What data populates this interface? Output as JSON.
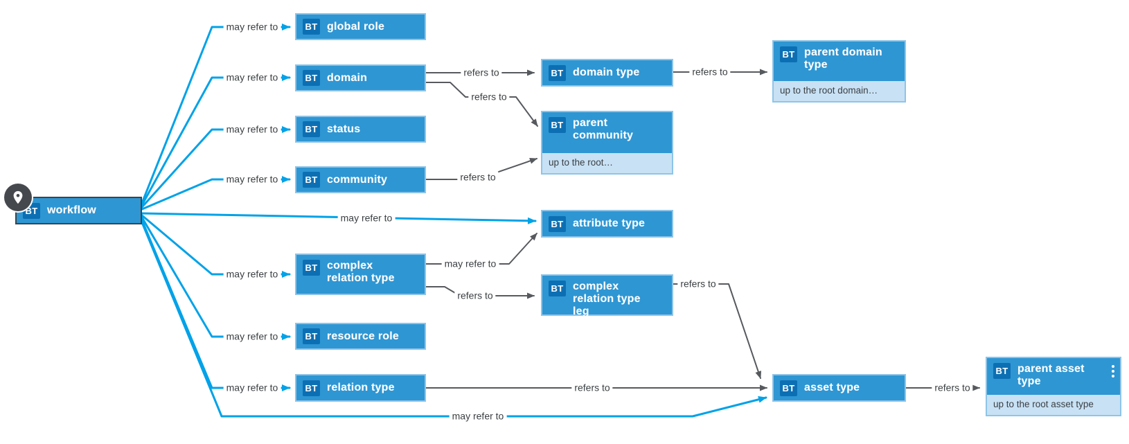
{
  "diagram": {
    "kind": "asset-type relationship diagram",
    "colors": {
      "node_fill": "#2e96d3",
      "node_border": "#8ec4e8",
      "badge_fill": "#0d6fb3",
      "note_fill": "#c8e1f4",
      "note_text": "#3b4045",
      "blue_edge": "#00a2e8",
      "gray_edge": "#56595d",
      "label_text": "#3c4043",
      "selected_border": "#3e4449"
    }
  },
  "nodes": {
    "workflow": {
      "badge": "BT",
      "label": "workflow",
      "pinned": true
    },
    "global_role": {
      "badge": "BT",
      "label": "global role"
    },
    "domain": {
      "badge": "BT",
      "label": "domain"
    },
    "status": {
      "badge": "BT",
      "label": "status"
    },
    "community": {
      "badge": "BT",
      "label": "community"
    },
    "attribute_type": {
      "badge": "BT",
      "label": "attribute type"
    },
    "complex_relation_type": {
      "badge": "BT",
      "label": "complex relation type"
    },
    "resource_role": {
      "badge": "BT",
      "label": "resource role"
    },
    "relation_type": {
      "badge": "BT",
      "label": "relation type"
    },
    "domain_type": {
      "badge": "BT",
      "label": "domain type"
    },
    "parent_community": {
      "badge": "BT",
      "label": "parent community",
      "note": "up to the root…"
    },
    "complex_relation_type_leg": {
      "badge": "BT",
      "label": "complex relation type leg"
    },
    "parent_domain_type": {
      "badge": "BT",
      "label": "parent domain type",
      "note": "up to the root domain…"
    },
    "asset_type": {
      "badge": "BT",
      "label": "asset type"
    },
    "parent_asset_type": {
      "badge": "BT",
      "label": "parent asset type",
      "note": "up to the root asset type",
      "menu_icon": "kebab"
    }
  },
  "edges": [
    {
      "from": "workflow",
      "to": "global role",
      "label": "may refer to",
      "kind": "may-refer-to"
    },
    {
      "from": "workflow",
      "to": "domain",
      "label": "may refer to",
      "kind": "may-refer-to"
    },
    {
      "from": "workflow",
      "to": "status",
      "label": "may refer to",
      "kind": "may-refer-to"
    },
    {
      "from": "workflow",
      "to": "community",
      "label": "may refer to",
      "kind": "may-refer-to"
    },
    {
      "from": "workflow",
      "to": "attribute type",
      "label": "may refer to",
      "kind": "may-refer-to"
    },
    {
      "from": "workflow",
      "to": "complex relation type",
      "label": "may refer to",
      "kind": "may-refer-to"
    },
    {
      "from": "workflow",
      "to": "resource role",
      "label": "may refer to",
      "kind": "may-refer-to"
    },
    {
      "from": "workflow",
      "to": "relation type",
      "label": "may refer to",
      "kind": "may-refer-to"
    },
    {
      "from": "workflow",
      "to": "asset type",
      "label": "may refer to",
      "kind": "may-refer-to"
    },
    {
      "from": "domain",
      "to": "domain type",
      "label": "refers to",
      "kind": "refers-to"
    },
    {
      "from": "domain",
      "to": "parent community",
      "label": "refers to",
      "kind": "refers-to"
    },
    {
      "from": "community",
      "to": "parent community",
      "label": "refers to",
      "kind": "refers-to"
    },
    {
      "from": "domain type",
      "to": "parent domain type",
      "label": "refers to",
      "kind": "refers-to"
    },
    {
      "from": "complex relation type",
      "to": "attribute type",
      "label": "may refer to",
      "kind": "refers-to"
    },
    {
      "from": "complex relation type",
      "to": "complex relation type leg",
      "label": "refers to",
      "kind": "refers-to"
    },
    {
      "from": "complex relation type leg",
      "to": "asset type",
      "label": "refers to",
      "kind": "refers-to"
    },
    {
      "from": "relation type",
      "to": "asset type",
      "label": "refers to",
      "kind": "refers-to"
    },
    {
      "from": "asset type",
      "to": "parent asset type",
      "label": "refers to",
      "kind": "refers-to"
    }
  ]
}
